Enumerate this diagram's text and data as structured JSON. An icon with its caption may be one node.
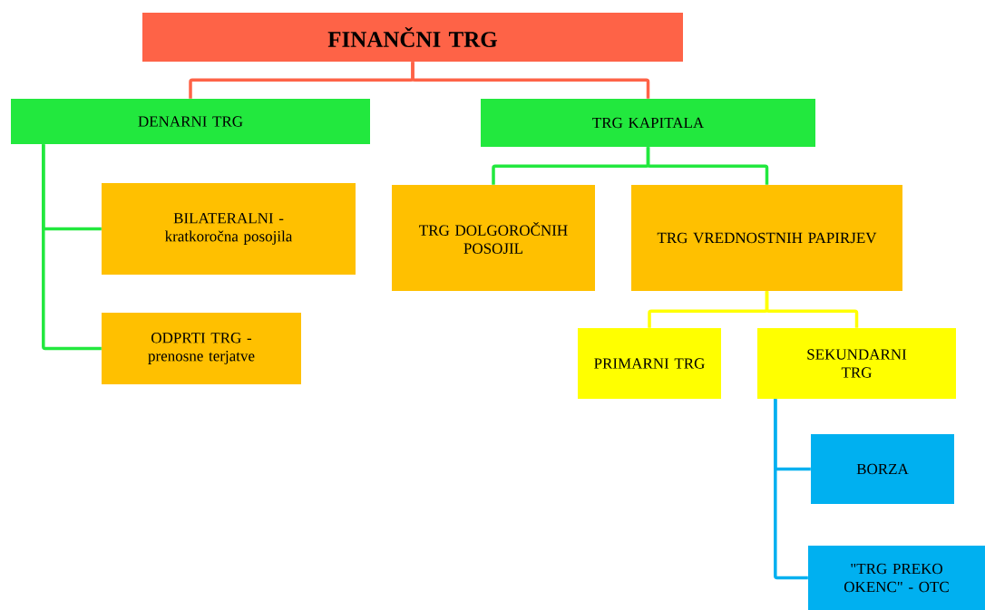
{
  "diagram": {
    "nodes": [
      {
        "text": [
          "FINANČNI TRG"
        ]
      },
      {
        "text": [
          "DENARNI TRG"
        ]
      },
      {
        "text": [
          "TRG KAPITALA"
        ]
      },
      {
        "text": [
          "BILATERALNI - kratkoročna posojila"
        ]
      },
      {
        "text": [
          "ODPRTI TRG - prenosne terjatve"
        ]
      },
      {
        "text": [
          "TRG DOLGOROČNIH POSOJIL"
        ]
      },
      {
        "text": [
          "TRG VREDNOSTNIH PAPIRJEV"
        ]
      },
      {
        "text": [
          "PRIMARNI TRG"
        ]
      },
      {
        "text": [
          "SEKUNDARNI TRG"
        ]
      },
      {
        "text": [
          "BORZA"
        ]
      },
      {
        "text": [
          "\"TRG PREKO OKENC\" - OTC"
        ]
      }
    ],
    "edges": [
      {
        "from": 0,
        "to": 1,
        "arrow": "none",
        "color": "#fe6347"
      },
      {
        "from": 0,
        "to": 2,
        "arrow": "none",
        "color": "#fe6347"
      },
      {
        "from": 1,
        "to": 3,
        "arrow": "none",
        "color": "#22e83e"
      },
      {
        "from": 1,
        "to": 4,
        "arrow": "none",
        "color": "#22e83e"
      },
      {
        "from": 2,
        "to": 5,
        "arrow": "none",
        "color": "#22e83e"
      },
      {
        "from": 2,
        "to": 6,
        "arrow": "none",
        "color": "#22e83e"
      },
      {
        "from": 6,
        "to": 7,
        "arrow": "none",
        "color": "#ffff00"
      },
      {
        "from": 6,
        "to": 8,
        "arrow": "none",
        "color": "#ffff00"
      },
      {
        "from": 8,
        "to": 9,
        "arrow": "none",
        "color": "#00b0f0"
      },
      {
        "from": 8,
        "to": 10,
        "arrow": "none",
        "color": "#00b0f0"
      }
    ]
  }
}
